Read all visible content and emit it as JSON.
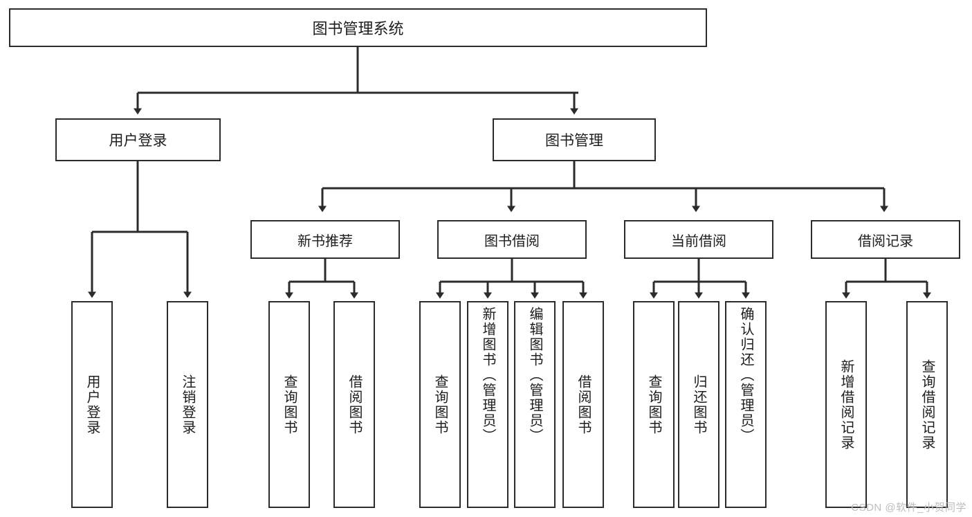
{
  "diagram": {
    "title_node": {
      "label": "图书管理系统"
    },
    "level1": [
      {
        "id": "user-login",
        "label": "用户登录"
      },
      {
        "id": "book-manage",
        "label": "图书管理"
      }
    ],
    "level2": [
      {
        "id": "new-book-recommend",
        "label": "新书推荐"
      },
      {
        "id": "book-borrow",
        "label": "图书借阅"
      },
      {
        "id": "current-borrow",
        "label": "当前借阅"
      },
      {
        "id": "borrow-record",
        "label": "借阅记录"
      }
    ],
    "leaves": {
      "user_login": [
        {
          "id": "leaf-user-login",
          "label": "用户登录",
          "align": "center"
        },
        {
          "id": "leaf-logout",
          "label": "注销登录",
          "align": "center"
        }
      ],
      "new_book_recommend": [
        {
          "id": "leaf-query-book-1",
          "label": "查询图书",
          "align": "center"
        },
        {
          "id": "leaf-borrow-book-1",
          "label": "借阅图书",
          "align": "center"
        }
      ],
      "book_borrow": [
        {
          "id": "leaf-query-book-2",
          "label": "查询图书",
          "align": "center"
        },
        {
          "id": "leaf-add-book",
          "label": "新增图书（管理员）",
          "align": "top"
        },
        {
          "id": "leaf-edit-book",
          "label": "编辑图书（管理员）",
          "align": "top"
        },
        {
          "id": "leaf-borrow-book-2",
          "label": "借阅图书",
          "align": "center"
        }
      ],
      "current_borrow": [
        {
          "id": "leaf-query-book-3",
          "label": "查询图书",
          "align": "center"
        },
        {
          "id": "leaf-return-book",
          "label": "归还图书",
          "align": "center"
        },
        {
          "id": "leaf-confirm-return",
          "label": "确认归还（管理员）",
          "align": "top"
        }
      ],
      "borrow_record": [
        {
          "id": "leaf-add-record",
          "label": "新增借阅记录",
          "align": "center"
        },
        {
          "id": "leaf-query-record",
          "label": "查询借阅记录",
          "align": "center"
        }
      ]
    }
  },
  "watermark": {
    "text": "CSDN @软件_小贺同学"
  },
  "colors": {
    "stroke": "#2b2b2b",
    "background": "#ffffff",
    "text": "#1d1d1d",
    "watermark": "#bdbdbd"
  }
}
